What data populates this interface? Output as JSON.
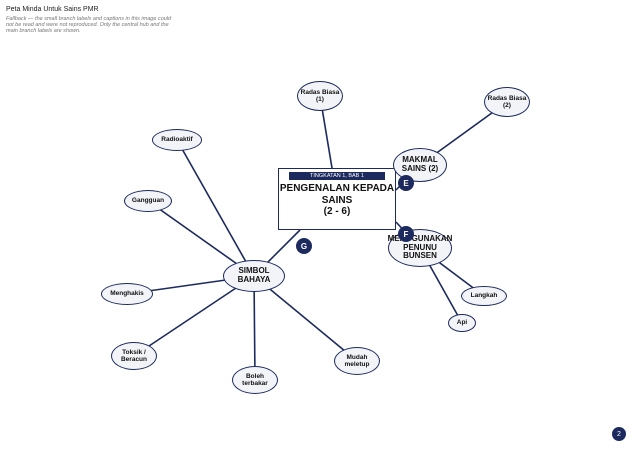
{
  "page_header": "Peta Minda Untuk Sains PMR",
  "note": "Fallback — the small branch labels and captions in this image could not be read and were not reproduced. Only the central hub and the main branch labels are shown.",
  "center": {
    "book": "TINGKATAN 1, BAB 1",
    "title": "PENGENALAN KEPADA SAINS",
    "subtitle": "(2 - 6)"
  },
  "branches": [
    {
      "key": "radas_biasa_1",
      "label": "Radas Biasa (1)"
    },
    {
      "key": "radas_biasa_2",
      "label": "Radas Biasa (2)"
    },
    {
      "key": "makmal_sains",
      "label": "MAKMAL SAINS (2)"
    },
    {
      "key": "menggunakan_bunsen",
      "label": "MENGGUNAKAN PENUNU BUNSEN"
    },
    {
      "key": "simbol_bahaya",
      "label": "SIMBOL BAHAYA"
    },
    {
      "key": "radioaktif",
      "label": "Radioaktif"
    },
    {
      "key": "gangguan",
      "label": "Gangguan"
    },
    {
      "key": "menghakis",
      "label": "Menghakis"
    },
    {
      "key": "toksik",
      "label": "Toksik / Beracun"
    },
    {
      "key": "boleh_terbakar",
      "label": "Boleh terbakar"
    },
    {
      "key": "mudah_meletup",
      "label": "Mudah meletup"
    },
    {
      "key": "langkah",
      "label": "Langkah"
    },
    {
      "key": "api",
      "label": "Api"
    }
  ],
  "badges": {
    "e": "E",
    "f": "F",
    "g": "G"
  },
  "page_number": "2"
}
